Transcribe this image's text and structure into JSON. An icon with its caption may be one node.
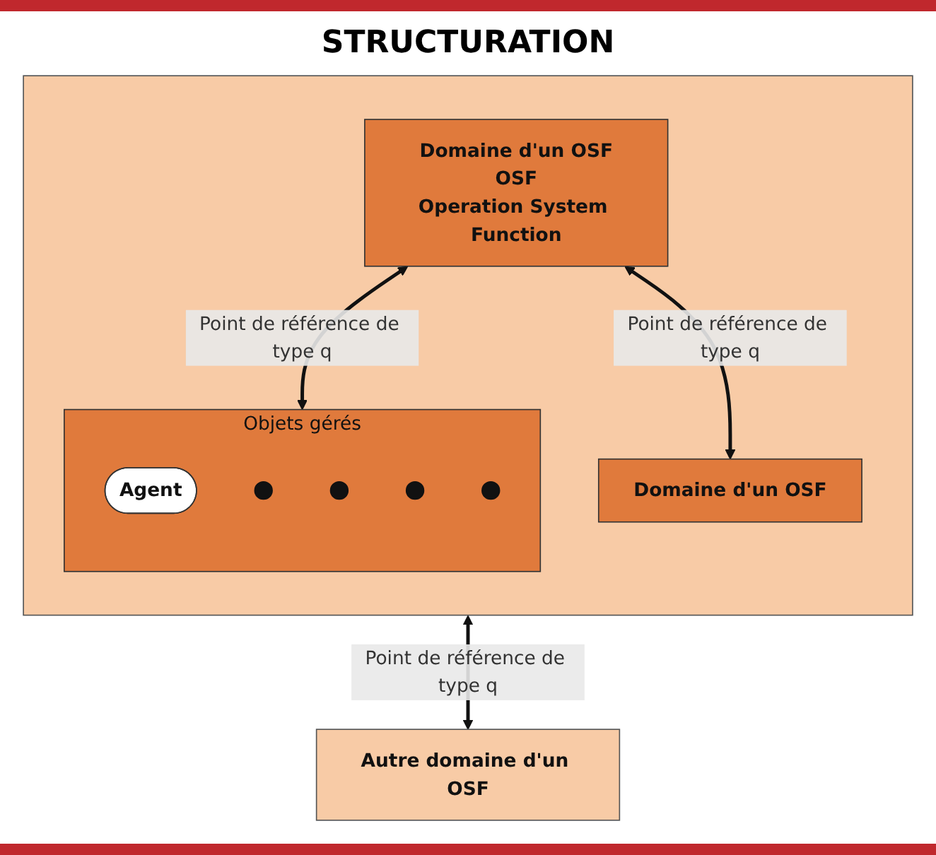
{
  "diagram": {
    "title": "STRUCTURATION",
    "nodes": [
      {
        "text": [],
        "shape": "box"
      },
      {
        "text": [
          "Domaine d'un OSF",
          "OSF",
          "Operation System Function"
        ],
        "in": 0
      },
      {
        "text": [
          "Domaine d'un OSF"
        ],
        "in": 0
      },
      {
        "text": [
          "Objets gérés"
        ],
        "in": 0
      },
      {
        "text": [
          "Agent"
        ],
        "in": 3
      },
      {
        "text": [],
        "shape": "circle",
        "in": 3
      },
      {
        "text": [],
        "shape": "circle",
        "in": 3
      },
      {
        "text": [],
        "shape": "circle",
        "in": 3
      },
      {
        "text": [],
        "shape": "circle",
        "in": 3
      },
      {
        "text": [
          "Autre domaine d'un OSF"
        ]
      }
    ],
    "edges": [
      {
        "from": 0,
        "to": 9,
        "arrow": "both",
        "label": "Point de référence de type q"
      },
      {
        "from": 1,
        "to": 2,
        "arrow": "both",
        "label": "Point de référence de type q"
      },
      {
        "from": 1,
        "to": 3,
        "arrow": "both",
        "label": "Point de référence de type q"
      }
    ]
  }
}
